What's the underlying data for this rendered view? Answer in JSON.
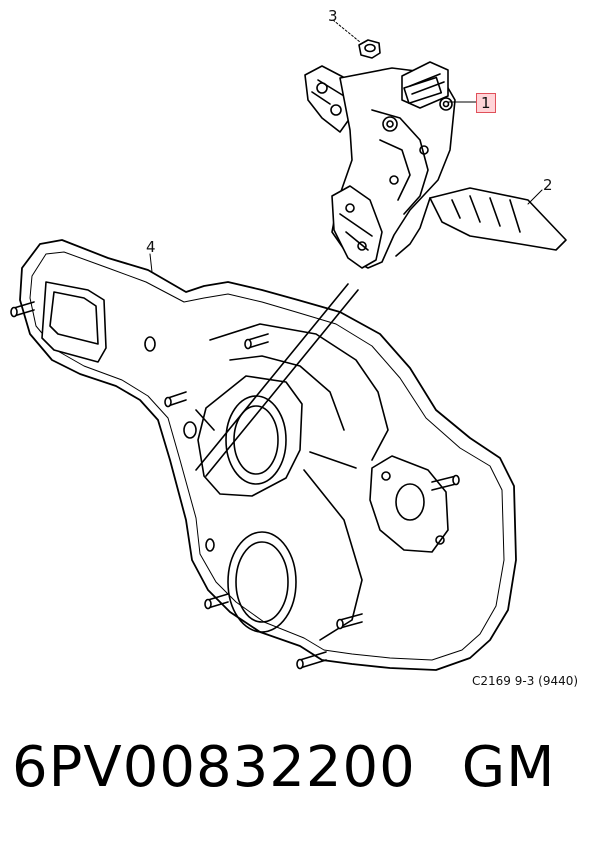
{
  "callouts": {
    "c1": "1",
    "c2": "2",
    "c3": "3",
    "c4": "4"
  },
  "reference_code": "C2169 9-3 (9440)",
  "part_number": "6PV00832200",
  "brand": "GM",
  "colors": {
    "highlight_fill": "#ffd4d8",
    "highlight_border": "#e0505a",
    "line": "#000000"
  }
}
